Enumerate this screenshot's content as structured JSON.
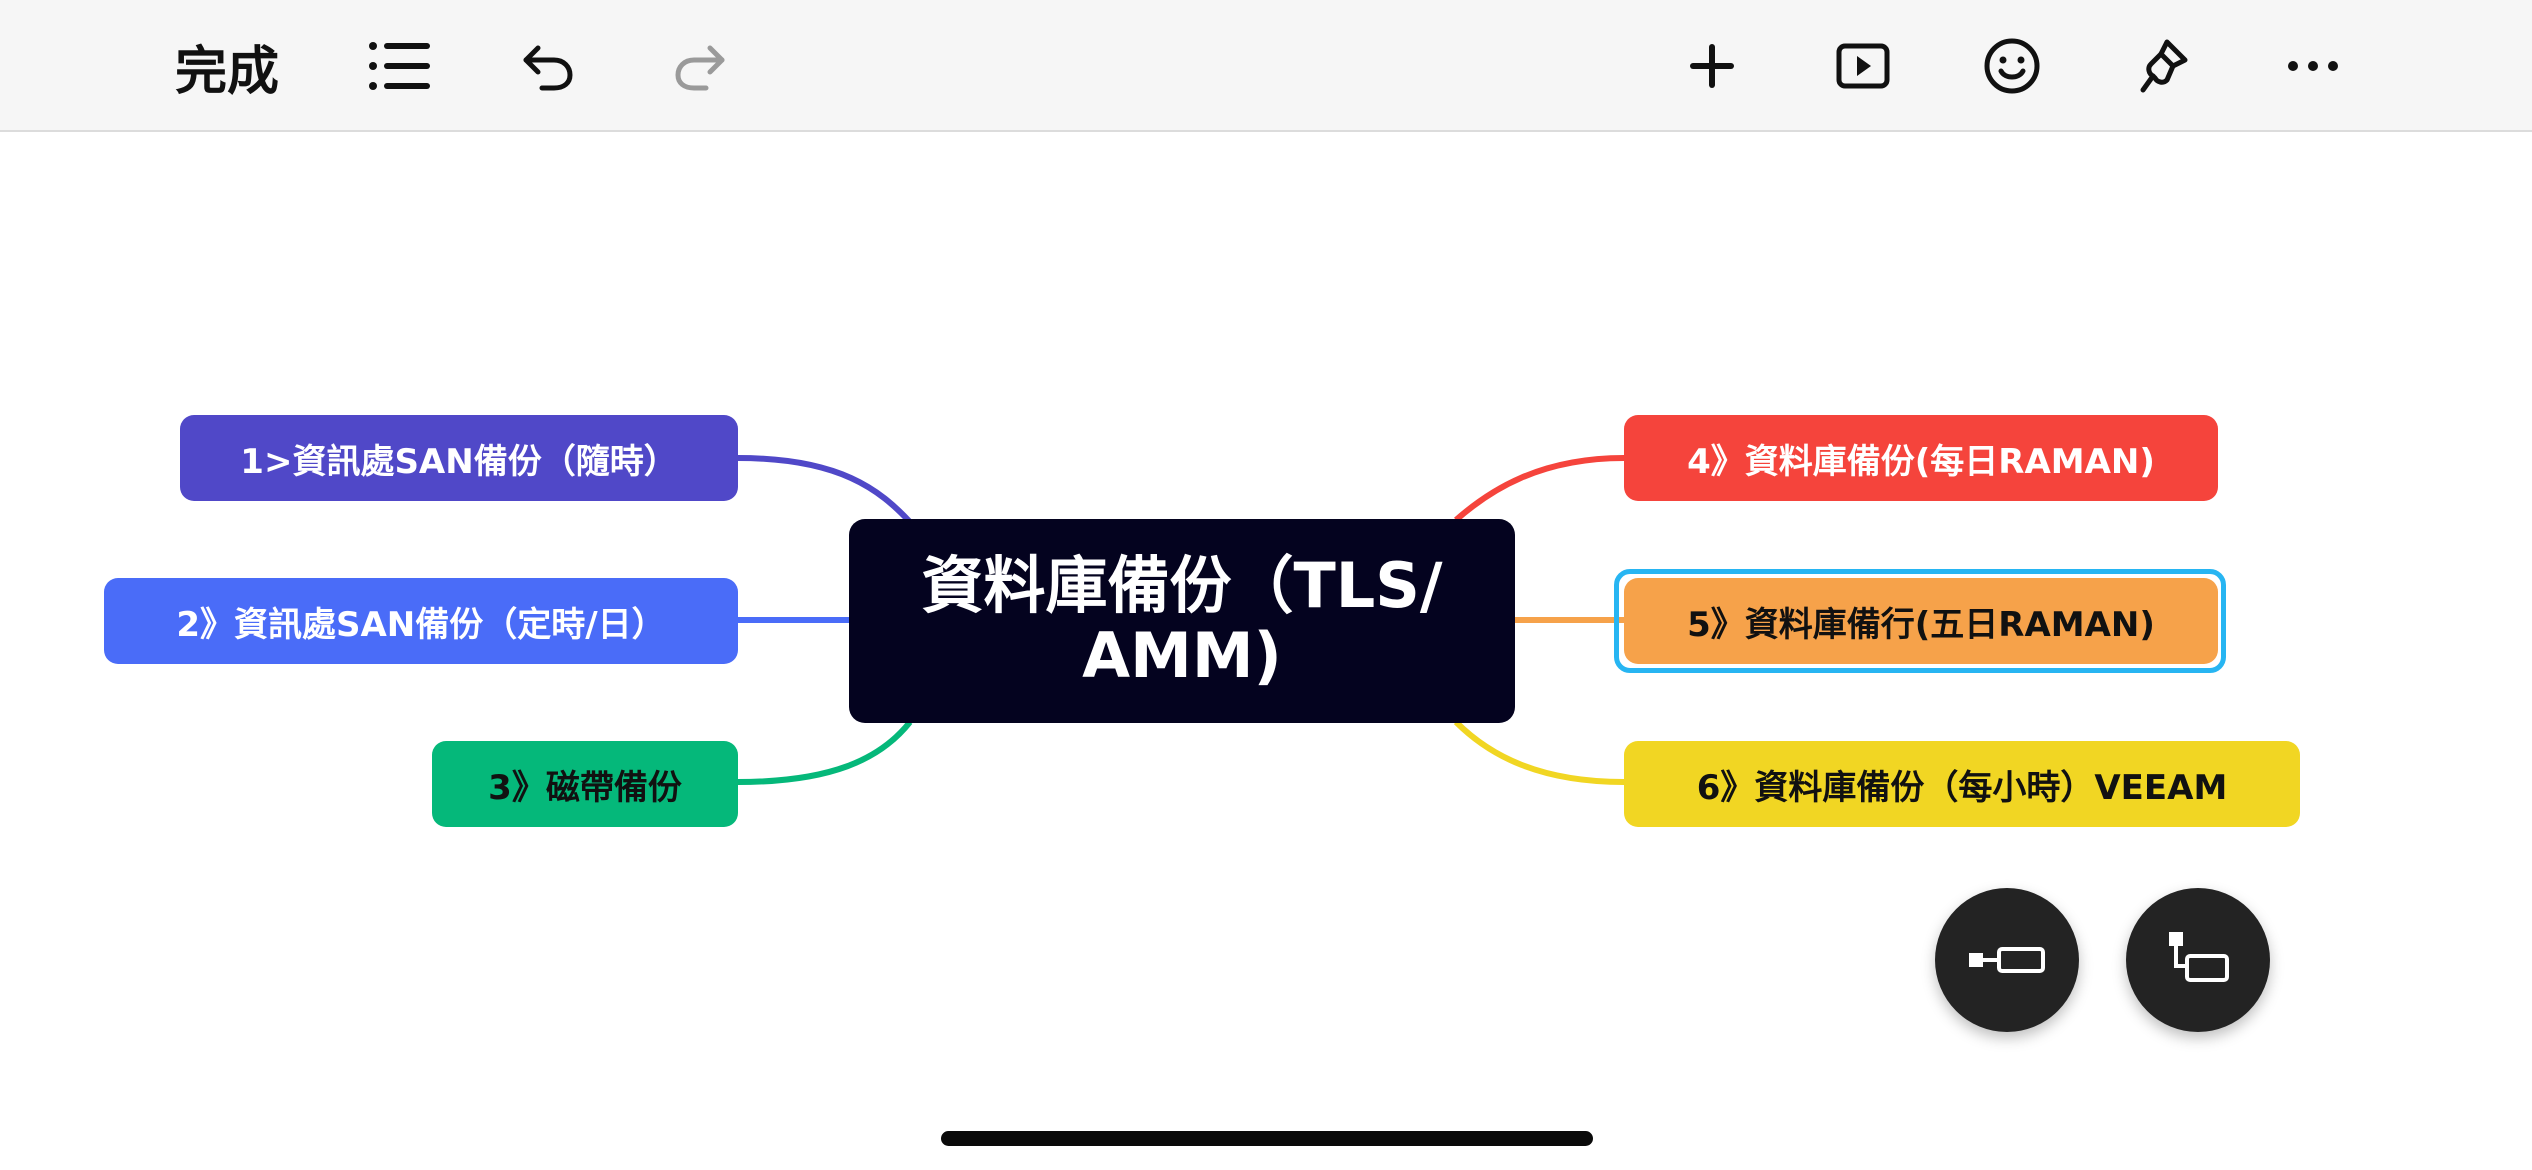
{
  "toolbar": {
    "done_label": "完成",
    "icons": [
      "list-icon",
      "undo-icon",
      "redo-icon",
      "plus-icon",
      "play-icon",
      "smiley-icon",
      "brush-icon",
      "more-icon"
    ]
  },
  "mindmap": {
    "root": {
      "label": "資料庫備份（TLS/ AMM)"
    },
    "left_nodes": [
      {
        "label": "1>資訊處SAN備份（隨時）",
        "color": "#5048c8"
      },
      {
        "label": "2》資訊處SAN備份（定時/日）",
        "color": "#4a6cf8"
      },
      {
        "label": "3》磁帶備份",
        "color": "#05b87a"
      }
    ],
    "right_nodes": [
      {
        "label": "4》資料庫備份(每日RAMAN)",
        "color": "#f5443c"
      },
      {
        "label": "5》資料庫備行(五日RAMAN)",
        "color": "#f6a24a",
        "selected": true
      },
      {
        "label": "6》資料庫備份（每小時）VEEAM",
        "color": "#f1d623"
      }
    ]
  },
  "fabs": [
    "add-sibling-icon",
    "add-child-icon"
  ]
}
